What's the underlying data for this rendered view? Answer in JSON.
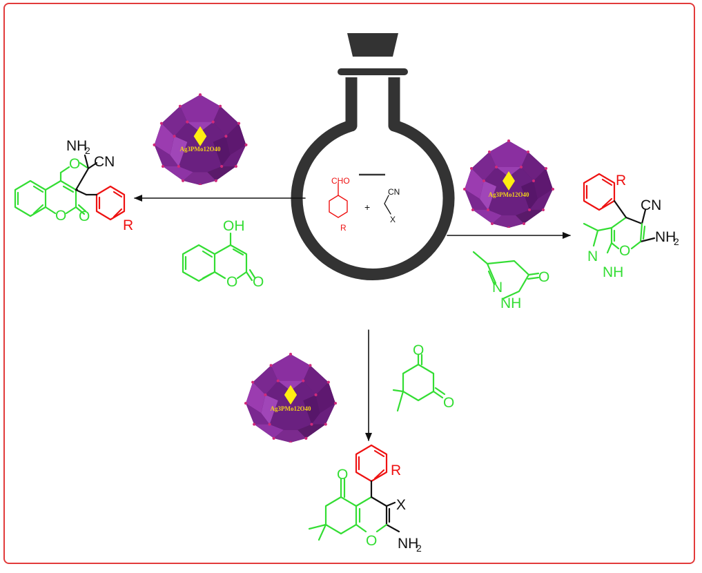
{
  "catalyst": {
    "label": "Ag3PMo12O40"
  },
  "flask": {
    "aldehyde_label": "CHO",
    "substituent": "R",
    "plus": "+",
    "nitrile_label": "CN",
    "x_label": "X"
  },
  "left": {
    "reagent": {
      "oh": "OH",
      "o_ring": "O",
      "o_carbonyl": "O"
    },
    "product": {
      "nh2": "NH",
      "nh2_sub": "2",
      "cn": "CN",
      "o_ring": "O",
      "o_lactone": "O",
      "o_carbonyl": "O",
      "r": "R"
    }
  },
  "right": {
    "reagent": {
      "n": "N",
      "nh": "NH",
      "o": "O"
    },
    "product": {
      "r": "R",
      "cn": "CN",
      "nh2": "NH",
      "nh2_sub": "2",
      "n": "N",
      "nh": "NH",
      "o": "O"
    }
  },
  "bottom": {
    "reagent": {
      "o_top": "O",
      "o_right": "O"
    },
    "product": {
      "r": "R",
      "x": "X",
      "o_carbonyl": "O",
      "o_ring": "O",
      "nh2": "NH",
      "nh2_sub": "2"
    }
  }
}
